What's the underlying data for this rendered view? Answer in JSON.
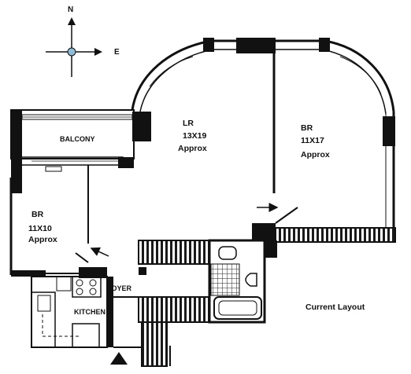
{
  "compass": {
    "north": "N",
    "east": "E"
  },
  "rooms": {
    "lr": {
      "name": "LR",
      "size": "13X19",
      "note": "Approx"
    },
    "br_east": {
      "name": "BR",
      "size": "11X17",
      "note": "Approx"
    },
    "br_west": {
      "name": "BR",
      "size": "11X10",
      "note": "Approx"
    },
    "balcony": {
      "name": "BALCONY"
    },
    "foyer": {
      "name": "FOYER"
    },
    "kitchen": {
      "name": "KITCHEN"
    }
  },
  "caption": "Current Layout",
  "colors": {
    "wall": "#111111",
    "background": "#ffffff",
    "compass_center": "#8fbcd6"
  }
}
